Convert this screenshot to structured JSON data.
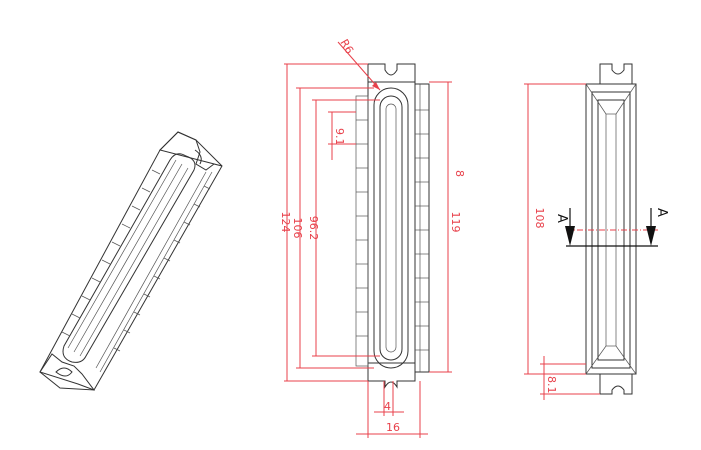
{
  "labels": {
    "radius": "R6",
    "dim_124": "124",
    "dim_106": "106",
    "dim_96_2": "96.2",
    "dim_9_1": "9.1",
    "dim_8": "8",
    "dim_119": "119",
    "dim_4": "4",
    "dim_16": "16",
    "dim_108": "108",
    "dim_8_1": "8.1",
    "section_left": "A",
    "section_right": "A"
  },
  "colors": {
    "dimension": "#e8414b",
    "outline": "#333333"
  }
}
